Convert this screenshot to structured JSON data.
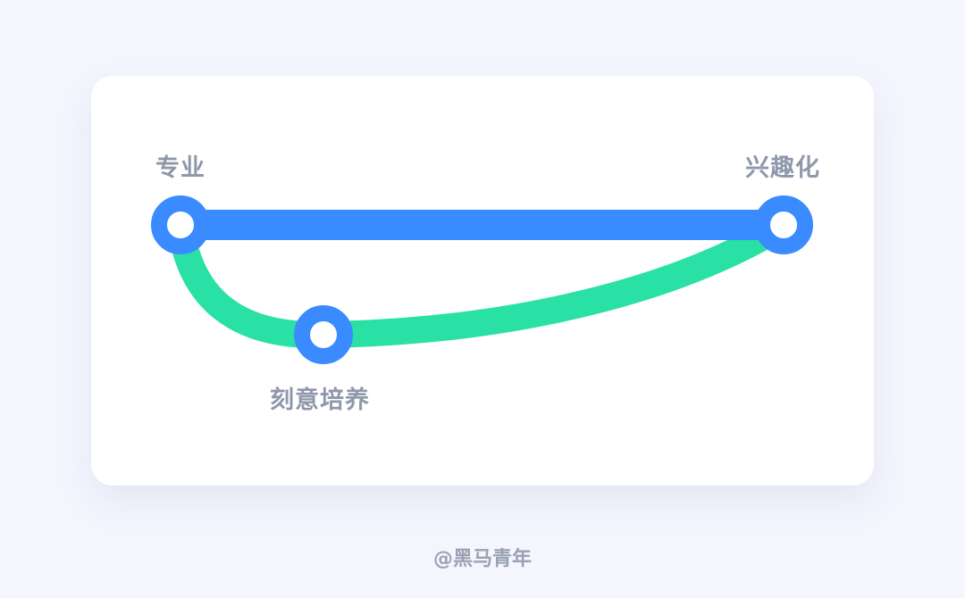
{
  "nodes": {
    "start": {
      "label": "专业"
    },
    "end": {
      "label": "兴趣化"
    },
    "mid": {
      "label": "刻意培养"
    }
  },
  "edges": [
    {
      "from": "start",
      "to": "end",
      "color": "#3a8bff",
      "style": "straight"
    },
    {
      "from": "start",
      "to": "end",
      "via": "mid",
      "color": "#29e1a4",
      "style": "curved"
    }
  ],
  "node_style": {
    "ring_color": "#3a8bff",
    "fill_color": "#ffffff"
  },
  "watermark": "@黑马青年"
}
